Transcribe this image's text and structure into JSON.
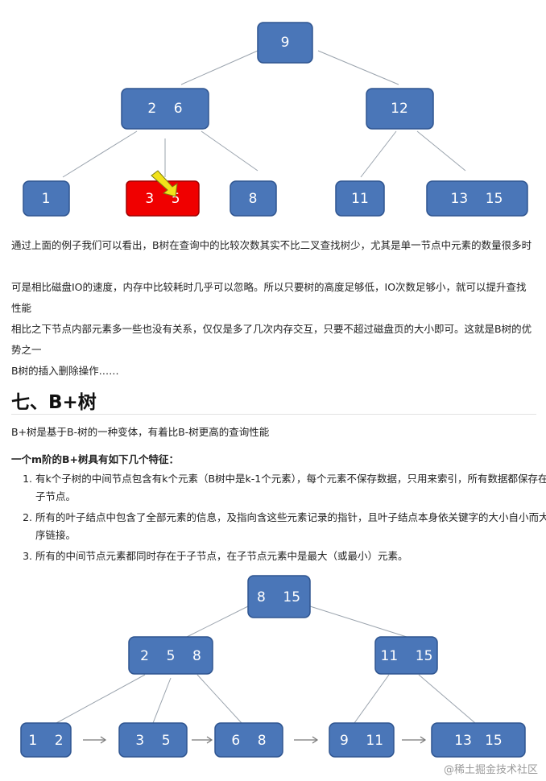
{
  "btree": {
    "nodes": [
      {
        "id": "n9",
        "label": "9"
      },
      {
        "id": "n26",
        "label": "2    6"
      },
      {
        "id": "n12",
        "label": "12"
      },
      {
        "id": "n1",
        "label": "1"
      },
      {
        "id": "n35",
        "label": "3    5"
      },
      {
        "id": "n8",
        "label": "8"
      },
      {
        "id": "n11",
        "label": "11"
      },
      {
        "id": "n1315",
        "label": "13    15"
      }
    ]
  },
  "text": {
    "p1": "通过上面的例子我们可以看出，B树在查询中的比较次数其实不比二叉查找树少，尤其是单一节点中元素的数量很多时",
    "p2": "可是相比磁盘IO的速度，内存中比较耗时几乎可以忽略。所以只要树的高度足够低，IO次数足够小，就可以提升查找性能",
    "p3": "相比之下节点内部元素多一些也没有关系，仅仅是多了几次内存交互，只要不超过磁盘页的大小即可。这就是B树的优势之一",
    "p4": "B树的插入删除操作……",
    "heading": "七、B+树",
    "p5": "B+树是基于B-树的一种变体，有着比B-树更高的查询性能",
    "p6": "一个m阶的B+树具有如下几个特征：",
    "list": [
      "有k个子树的中间节点包含有k个元素（B树中是k-1个元素），每个元素不保存数据，只用来索引，所有数据都保存在叶子节点。",
      "所有的叶子结点中包含了全部元素的信息，及指向含这些元素记录的指针，且叶子结点本身依关键字的大小自小而大顺序链接。",
      "所有的中间节点元素都同时存在于子节点，在子节点元素中是最大（或最小）元素。"
    ],
    "watermark": "@稀土掘金技术社区"
  },
  "bplustree": {
    "nodes": [
      {
        "id": "r",
        "label": "8    15"
      },
      {
        "id": "a",
        "label": "2    5    8"
      },
      {
        "id": "b",
        "label": "11    15"
      },
      {
        "id": "l1",
        "label": "1    2"
      },
      {
        "id": "l2",
        "label": "3    5"
      },
      {
        "id": "l3",
        "label": "6    8"
      },
      {
        "id": "l4",
        "label": "9    11"
      },
      {
        "id": "l5",
        "label": "13   15"
      }
    ]
  },
  "colors": {
    "node_fill": "#4a76b8",
    "highlight_fill": "#f00000",
    "cursor": "#f2e21a"
  }
}
